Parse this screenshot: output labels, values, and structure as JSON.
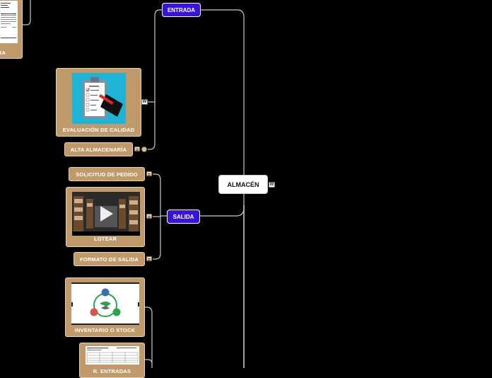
{
  "central": {
    "label": "ALMACÉN"
  },
  "branches": {
    "entrada": {
      "label": "ENTRADA"
    },
    "salida": {
      "label": "SALIDA"
    }
  },
  "nodes": {
    "evaluacion": {
      "label": "EVALUACIÓN DE CALIDAD",
      "image": "quality-checklist-clipboard"
    },
    "alta": {
      "label": "ALTA ALMACENARÍA"
    },
    "solicitud": {
      "label": "SOLICITUD DE PEDIDO"
    },
    "lotear": {
      "label": "LOTEAR",
      "image": "warehouse-video"
    },
    "formato": {
      "label": "FORMATO DE SALIDA"
    },
    "inventario": {
      "label": "INVENTARIO O STOCK",
      "image": "inventory-cycle-diagram"
    },
    "entradas": {
      "label": "R. ENTRADAS",
      "image": "document-table"
    },
    "partial_top": {
      "label": "RA",
      "image": "document-page"
    }
  },
  "icons": {
    "note": "note-icon",
    "word": "word-file-icon",
    "link": "link-icon",
    "word_letter": "W"
  },
  "colors": {
    "background": "#000000",
    "node": "#c19a6b",
    "branch": "#3a14d6",
    "central": "#ffffff",
    "connector": "#c8c8c8"
  }
}
